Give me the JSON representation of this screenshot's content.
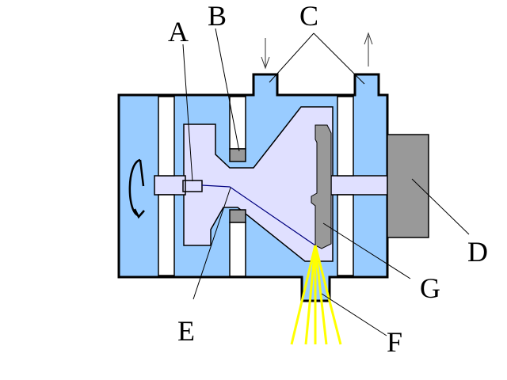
{
  "labels": {
    "a": "A",
    "b": "B",
    "c": "C",
    "d": "D",
    "e": "E",
    "f": "F",
    "g": "G"
  },
  "colors": {
    "housing": "#99ccff",
    "chamber": "#e0e0ff",
    "component": "#999999",
    "beam": "#ffff00",
    "wire": "#000080",
    "outline": "#000000",
    "slot": "#ffffff"
  },
  "icons": {
    "rotation": "rotation-arrow-icon",
    "flow_in": "arrow-down-icon",
    "flow_out": "arrow-up-icon"
  }
}
